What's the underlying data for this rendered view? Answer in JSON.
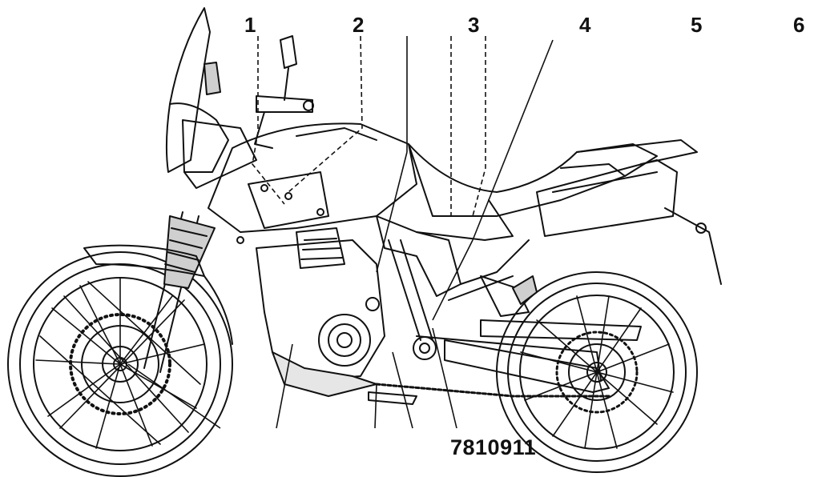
{
  "diagram": {
    "callouts": [
      {
        "id": "1",
        "label": "1"
      },
      {
        "id": "2",
        "label": "2"
      },
      {
        "id": "3",
        "label": "3"
      },
      {
        "id": "4",
        "label": "4"
      },
      {
        "id": "5",
        "label": "5"
      },
      {
        "id": "6",
        "label": "6"
      }
    ],
    "figure_code": "7810911"
  },
  "colors": {
    "ink": "#111111",
    "background": "#ffffff",
    "shade": "#cfcfcf"
  }
}
